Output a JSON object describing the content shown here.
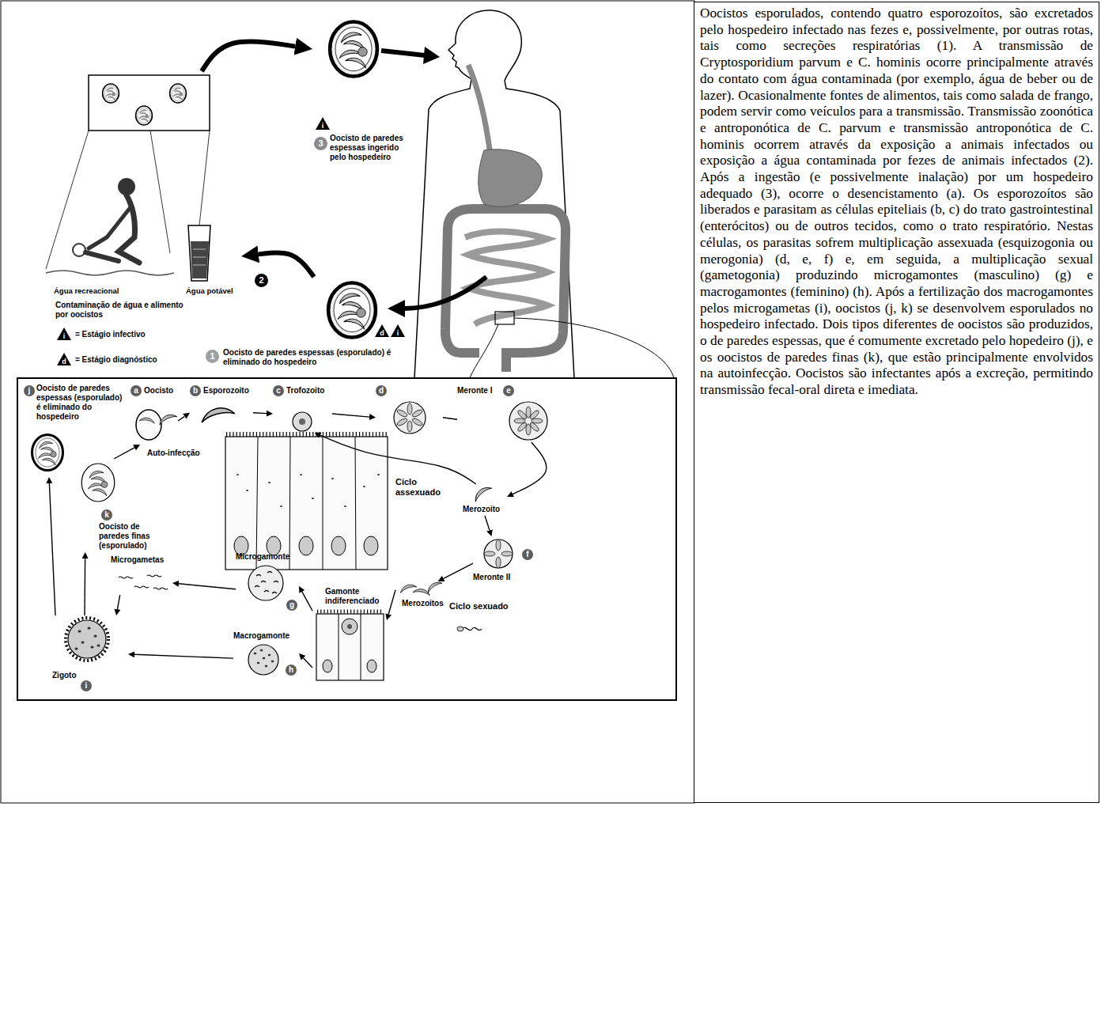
{
  "diagram": {
    "nodes": [
      {
        "text": [
          "3",
          "Oocisto de paredes espessas ingerido pelo hospedeiro"
        ]
      },
      {
        "text": [
          "Água recreacional",
          "Água potável",
          "Contaminação de água e alimento por oocistos"
        ]
      },
      {
        "text": [
          "1",
          "Oocisto de paredes espessas (esporulado) é eliminado do hospedeiro"
        ]
      },
      {
        "text": [
          "j",
          "Oocisto de paredes espessas (esporulado) é eliminado do hospedeiro"
        ]
      },
      {
        "text": [
          "a",
          "Oocisto"
        ]
      },
      {
        "text": [
          "b",
          "Esporozoito"
        ]
      },
      {
        "text": [
          "c",
          "Trofozoito"
        ]
      },
      {
        "text": [
          "d"
        ]
      },
      {
        "text": [
          "Meronte I",
          "e"
        ]
      },
      {
        "text": [
          "Merozoito"
        ]
      },
      {
        "text": [
          "f",
          "Meronte II"
        ]
      },
      {
        "text": [
          "Merozoitos"
        ]
      },
      {
        "text": [
          "Gamonte indiferenciado"
        ]
      },
      {
        "text": [
          "Microgamonte",
          "g"
        ]
      },
      {
        "text": [
          "Microgametas"
        ]
      },
      {
        "text": [
          "k",
          "Oocisto de paredes finas (esporulado)"
        ]
      },
      {
        "text": [
          "Macrogamonte",
          "h"
        ]
      },
      {
        "text": [
          "Zigoto",
          "i"
        ]
      },
      {
        "text": [
          "Oocistos esporulados, contendo quatro esporozoítos, são excretados pelo hospedeiro infectado nas fezes e, possivelmente, por outras rotas, tais como secreções respiratórias (1). A transmissão de Cryptosporidium parvum e C. hominis ocorre principalmente através do contato com água contaminada (por exemplo, água de beber ou de lazer). Ocasionalmente fontes de alimentos, tais como salada de frango, podem servir como veículos para a transmissão. Transmissão zoonótica e antroponótica de C. parvum e transmissão antroponótica de C. hominis ocorrem através da exposição a animais infectados ou exposição a água contaminada por fezes de animais infectados (2). Após a ingestão (e possivelmente inalação) por um hospedeiro adequado (3), ocorre o desencistamento (a). Os esporozoítos são liberados e parasitam as células epiteliais (b, c) do trato gastrointestinal (enterócitos) ou de outros tecidos, como o trato respiratório. Nestas células, os parasitas sofrem multiplicação assexuada (esquizogonia ou merogonia) (d, e, f) e, em seguida, a multiplicação sexual (gametogonia) produzindo microgamontes (masculino) (g) e macrogamontes (feminino) (h). Após a fertilização dos macrogamontes pelos microgametas (i), oocistos (j, k) se desenvolvem esporulados no hospedeiro infectado. Dois tipos diferentes de oocistos são produzidos, o de paredes espessas, que é comumente excretado pelo hopedeiro (j), e os oocistos de paredes finas (k), que estão principalmente envolvidos na autoinfecção. Oocistos são infectantes após a excreção, permitindo transmissão fecal-oral direta e imediata."
        ]
      }
    ],
    "edges": [
      {
        "from": 2,
        "to": 1,
        "arrow": "to"
      },
      {
        "from": 1,
        "to": 0,
        "arrow": "to"
      },
      {
        "from": 4,
        "to": 5,
        "arrow": "to"
      },
      {
        "from": 5,
        "to": 6,
        "arrow": "to"
      },
      {
        "from": 6,
        "to": 7,
        "arrow": "to"
      },
      {
        "from": 7,
        "to": 8,
        "arrow": "none"
      },
      {
        "from": 8,
        "to": 9,
        "arrow": "to"
      },
      {
        "from": 9,
        "to": 6,
        "arrow": "to"
      },
      {
        "from": 9,
        "to": 10,
        "arrow": "to"
      },
      {
        "from": 10,
        "to": 11,
        "arrow": "to"
      },
      {
        "from": 11,
        "to": 12,
        "arrow": "to"
      },
      {
        "from": 12,
        "to": 13,
        "arrow": "to"
      },
      {
        "from": 12,
        "to": 16,
        "arrow": "to"
      },
      {
        "from": 13,
        "to": 14,
        "arrow": "to"
      },
      {
        "from": 14,
        "to": 17,
        "arrow": "to"
      },
      {
        "from": 16,
        "to": 17,
        "arrow": "to"
      },
      {
        "from": 17,
        "to": 15,
        "arrow": "to"
      },
      {
        "from": 17,
        "to": 3,
        "arrow": "to"
      },
      {
        "from": 15,
        "to": 4,
        "arrow": "to"
      }
    ],
    "labels": [
      "i",
      "2",
      "d",
      "i",
      "i",
      "d",
      "Auto-infecção",
      "Ciclo assexuado",
      "Ciclo sexuado"
    ],
    "legend": [
      {
        "text": "= Estágio infectivo"
      },
      {
        "text": "= Estágio diagnóstico"
      }
    ]
  }
}
